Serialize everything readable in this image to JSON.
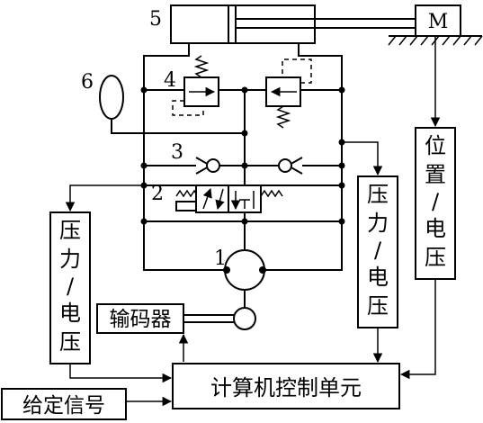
{
  "labels": {
    "n1": "1",
    "n2": "2",
    "n3": "3",
    "n4": "4",
    "n5": "5",
    "n6": "6",
    "motor": "M"
  },
  "boxes": {
    "pressure_left": [
      "压",
      "力",
      "/",
      "电",
      "压"
    ],
    "pressure_right": [
      "压",
      "力",
      "/",
      "电",
      "压"
    ],
    "position": [
      "位",
      "置",
      "/",
      "电",
      "压"
    ],
    "encoder": "输码器",
    "control_unit": "计算机控制单元",
    "given_signal": "给定信号"
  }
}
